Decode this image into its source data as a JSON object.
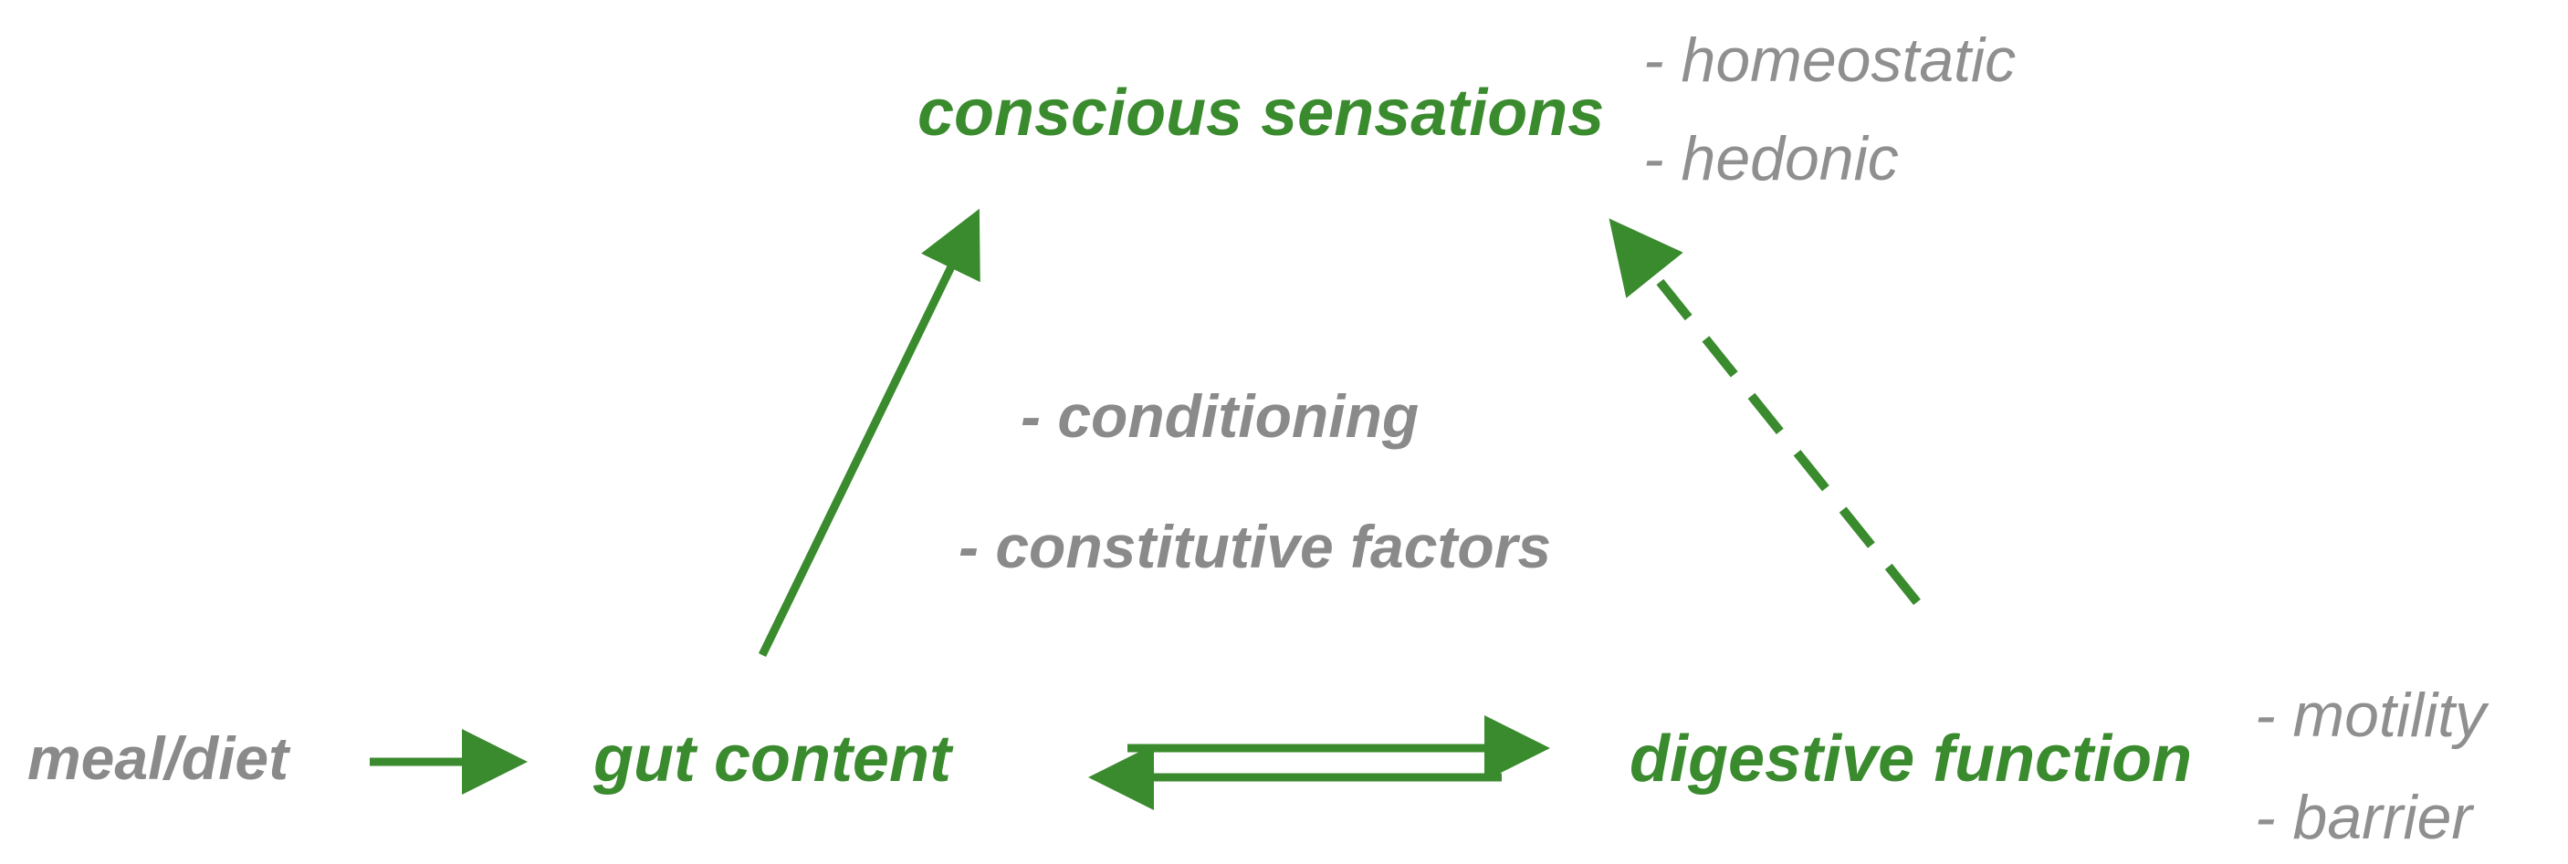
{
  "nodes": {
    "conscious_sensations": "conscious sensations",
    "gut_content": "gut  content",
    "digestive_function": "digestive function",
    "meal_diet": "meal/diet"
  },
  "sensation_types": [
    "- homeostatic",
    "- hedonic"
  ],
  "modulators": [
    "- conditioning",
    "- constitutive factors"
  ],
  "function_types": [
    "- motility",
    "- barrier"
  ],
  "colors": {
    "node": "#3a8a2e",
    "annotation": "#8a8a8a",
    "arrow": "#3a8a2e"
  }
}
